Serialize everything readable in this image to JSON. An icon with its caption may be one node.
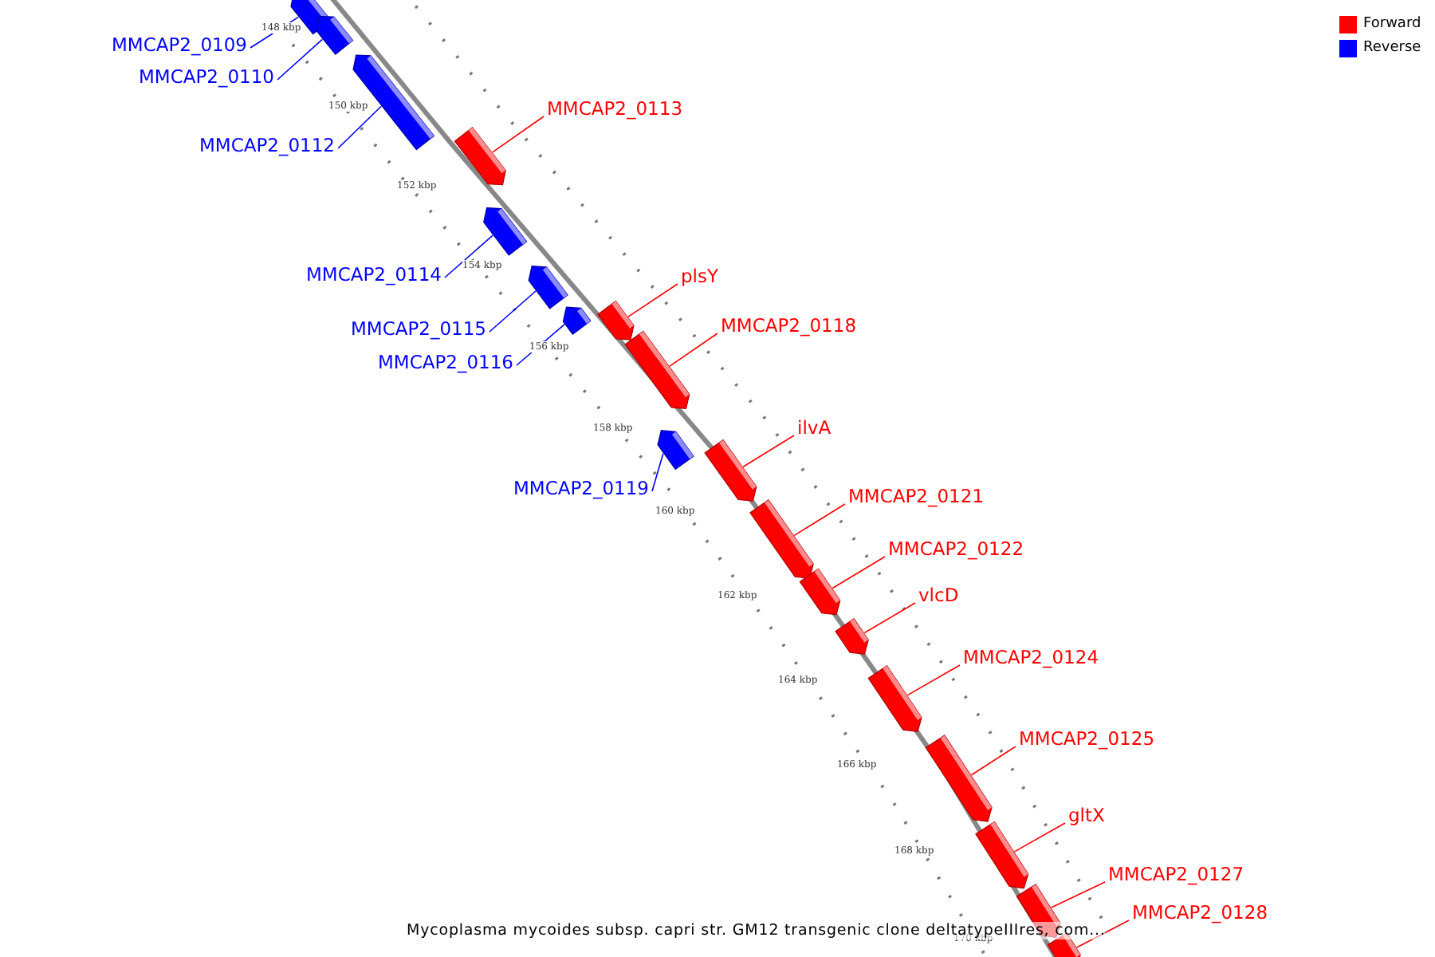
{
  "diagram": {
    "caption": "Mycoplasma mycoides subsp. capri str. GM12 transgenic clone deltatypeIIIres, com...",
    "nodes": [
      {
        "text": [
          "MMCAP2_0109"
        ]
      },
      {
        "text": [],
        "shape": "bar"
      },
      {
        "text": [
          "MMCAP2_0110"
        ]
      },
      {
        "text": [],
        "shape": "bar"
      },
      {
        "text": [
          "MMCAP2_0112"
        ]
      },
      {
        "text": [],
        "shape": "bar"
      },
      {
        "text": [
          "MMCAP2_0113"
        ]
      },
      {
        "text": [],
        "shape": "bar"
      },
      {
        "text": [
          "MMCAP2_0114"
        ]
      },
      {
        "text": [],
        "shape": "bar"
      },
      {
        "text": [
          "MMCAP2_0115"
        ]
      },
      {
        "text": [],
        "shape": "bar"
      },
      {
        "text": [
          "MMCAP2_0116"
        ]
      },
      {
        "text": [],
        "shape": "bar"
      },
      {
        "text": [
          "plsY"
        ]
      },
      {
        "text": [],
        "shape": "bar"
      },
      {
        "text": [
          "MMCAP2_0118"
        ]
      },
      {
        "text": [],
        "shape": "bar"
      },
      {
        "text": [
          "MMCAP2_0119"
        ]
      },
      {
        "text": [],
        "shape": "bar"
      },
      {
        "text": [
          "ilvA"
        ]
      },
      {
        "text": [],
        "shape": "bar"
      },
      {
        "text": [
          "MMCAP2_0121"
        ]
      },
      {
        "text": [],
        "shape": "bar"
      },
      {
        "text": [
          "MMCAP2_0122"
        ]
      },
      {
        "text": [],
        "shape": "bar"
      },
      {
        "text": [
          "vlcD"
        ]
      },
      {
        "text": [],
        "shape": "bar"
      },
      {
        "text": [
          "MMCAP2_0124"
        ]
      },
      {
        "text": [],
        "shape": "bar"
      },
      {
        "text": [
          "MMCAP2_0125"
        ]
      },
      {
        "text": [],
        "shape": "bar"
      },
      {
        "text": [
          "gltX"
        ]
      },
      {
        "text": [],
        "shape": "bar"
      },
      {
        "text": [
          "MMCAP2_0127"
        ]
      },
      {
        "text": [],
        "shape": "bar"
      },
      {
        "text": [
          "MMCAP2_0128"
        ]
      },
      {
        "text": [],
        "shape": "bar"
      }
    ],
    "edges": [
      {
        "from": 0,
        "to": 1,
        "arrow": "none",
        "color": "#0000ff"
      },
      {
        "from": 2,
        "to": 3,
        "arrow": "none",
        "color": "#0000ff"
      },
      {
        "from": 4,
        "to": 5,
        "arrow": "none",
        "color": "#0000ff"
      },
      {
        "from": 6,
        "to": 7,
        "arrow": "none"
      },
      {
        "from": 8,
        "to": 9,
        "arrow": "none",
        "color": "#0000ff"
      },
      {
        "from": 10,
        "to": 11,
        "arrow": "none",
        "color": "#0000ff"
      },
      {
        "from": 12,
        "to": 13,
        "arrow": "none",
        "color": "#0000ff"
      },
      {
        "from": 14,
        "to": 15,
        "arrow": "none"
      },
      {
        "from": 16,
        "to": 17,
        "arrow": "none"
      },
      {
        "from": 18,
        "to": 19,
        "arrow": "none",
        "color": "#0000ff"
      },
      {
        "from": 20,
        "to": 21,
        "arrow": "none"
      },
      {
        "from": 22,
        "to": 23,
        "arrow": "none"
      },
      {
        "from": 24,
        "to": 25,
        "arrow": "none"
      },
      {
        "from": 26,
        "to": 27,
        "arrow": "none"
      },
      {
        "from": 28,
        "to": 29,
        "arrow": "none"
      },
      {
        "from": 30,
        "to": 31,
        "arrow": "none"
      },
      {
        "from": 32,
        "to": 33,
        "arrow": "none"
      },
      {
        "from": 34,
        "to": 35,
        "arrow": "none"
      },
      {
        "from": 36,
        "to": 37,
        "arrow": "none"
      }
    ],
    "labels": [
      "148 kbp",
      "150 kbp",
      "152 kbp",
      "154 kbp",
      "156 kbp",
      "158 kbp",
      "160 kbp",
      "162 kbp",
      "164 kbp",
      "166 kbp",
      "168 kbp",
      "170 kbp"
    ],
    "legend": [
      {
        "text": "Forward",
        "color": "#ff0000"
      },
      {
        "text": "Reverse",
        "color": "#0000ff"
      }
    ]
  }
}
